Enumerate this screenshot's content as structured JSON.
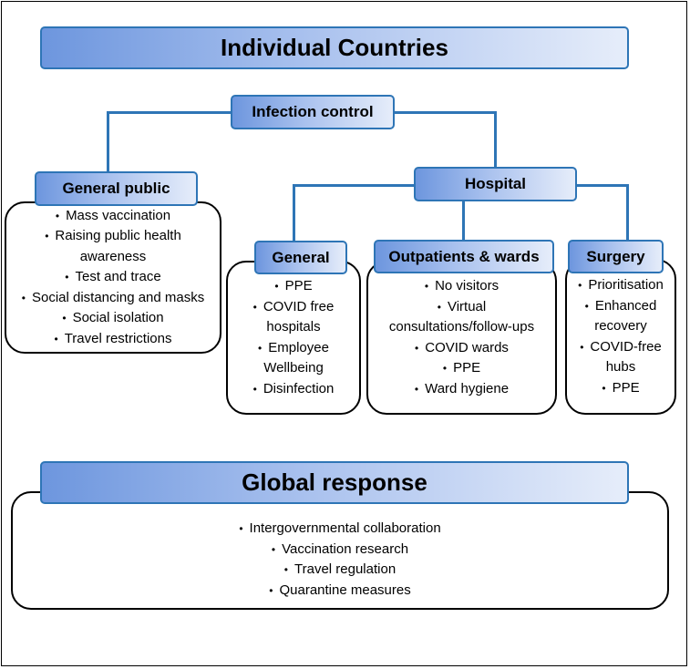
{
  "title": "Individual Countries",
  "root": "Infection control",
  "general_public": {
    "title": "General public",
    "items": [
      "Mass vaccination",
      "Raising public health",
      "awareness",
      "Test and trace",
      "Social distancing and masks",
      "Social isolation",
      "Travel restrictions"
    ]
  },
  "hospital": {
    "title": "Hospital",
    "general": {
      "title": "General",
      "items": [
        "PPE",
        "COVID free",
        "hospitals",
        "Employee",
        "Wellbeing",
        "Disinfection"
      ]
    },
    "outpatients": {
      "title": "Outpatients & wards",
      "items": [
        "No visitors",
        "Virtual",
        "consultations/follow-ups",
        "COVID wards",
        "PPE",
        "Ward hygiene"
      ]
    },
    "surgery": {
      "title": "Surgery",
      "items": [
        "Prioritisation",
        "Enhanced",
        "recovery",
        "COVID-free",
        "hubs",
        "PPE"
      ]
    }
  },
  "global": {
    "title": "Global response",
    "items": [
      "Intergovernmental collaboration",
      "Vaccination research",
      "Travel regulation",
      "Quarantine measures"
    ]
  },
  "colors": {
    "accent": "#2e75b6",
    "header_dark": "#6d96de",
    "header_light": "#e6edfa"
  }
}
